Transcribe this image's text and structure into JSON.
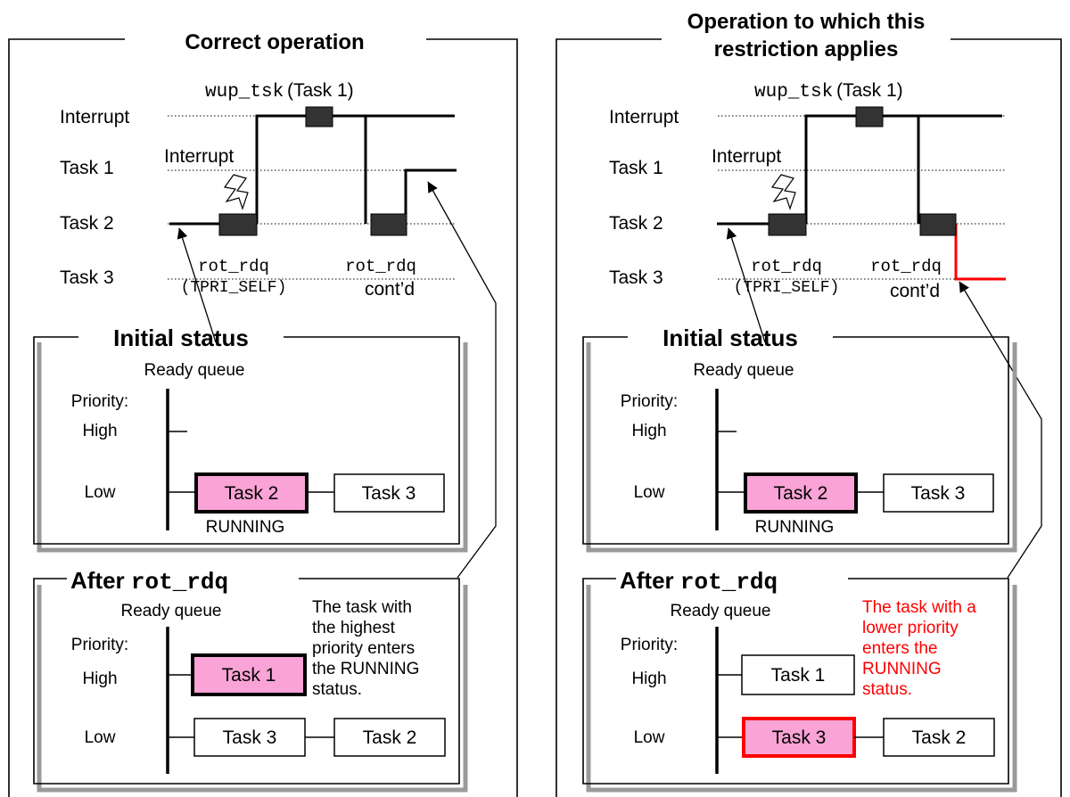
{
  "panels": [
    {
      "id": "left",
      "title_lines": [
        "Correct operation"
      ],
      "timing": {
        "wup_call": "wup_tsk",
        "wup_target": "(Task 1)",
        "levels": [
          "Interrupt",
          "Task 1",
          "Task 2",
          "Task 3"
        ],
        "interrupt_label": "Interrupt",
        "rot_rdq_1": "rot_rdq",
        "rot_rdq_1_arg": "(TPRI_SELF)",
        "rot_rdq_2": "rot_rdq",
        "rot_rdq_2_note": "cont’d"
      },
      "initial": {
        "title": "Initial status",
        "queue_label": "Ready queue",
        "priority_label": "Priority:",
        "high_label": "High",
        "low_label": "Low",
        "tasks": [
          "Task 2",
          "Task 3"
        ],
        "running_label": "RUNNING"
      },
      "after": {
        "title_prefix": "After ",
        "title_code": "rot_rdq",
        "queue_label": "Ready queue",
        "priority_label": "Priority:",
        "high_label": "High",
        "low_label": "Low",
        "high_task": "Task 1",
        "low_tasks": [
          "Task 3",
          "Task 2"
        ],
        "note_lines": [
          "The task with",
          "the highest",
          "priority enters",
          "the RUNNING",
          "status."
        ]
      }
    },
    {
      "id": "right",
      "title_lines": [
        "Operation to which this",
        "restriction applies"
      ],
      "timing": {
        "wup_call": "wup_tsk",
        "wup_target": "(Task 1)",
        "levels": [
          "Interrupt",
          "Task 1",
          "Task 2",
          "Task 3"
        ],
        "interrupt_label": "Interrupt",
        "rot_rdq_1": "rot_rdq",
        "rot_rdq_1_arg": "(TPRI_SELF)",
        "rot_rdq_2": "rot_rdq",
        "rot_rdq_2_note": "cont’d"
      },
      "initial": {
        "title": "Initial status",
        "queue_label": "Ready queue",
        "priority_label": "Priority:",
        "high_label": "High",
        "low_label": "Low",
        "tasks": [
          "Task 2",
          "Task 3"
        ],
        "running_label": "RUNNING"
      },
      "after": {
        "title_prefix": "After ",
        "title_code": "rot_rdq",
        "queue_label": "Ready queue",
        "priority_label": "Priority:",
        "high_label": "High",
        "low_label": "Low",
        "high_task": "Task 1",
        "low_tasks": [
          "Task 3",
          "Task 2"
        ],
        "note_lines": [
          "The task with a",
          "lower priority",
          "enters the",
          "RUNNING",
          "status."
        ]
      }
    }
  ],
  "colors": {
    "running_fill": "#f9a3d6",
    "highlight": "#ff0000",
    "block": "#333333",
    "shadow": "#9a9a9a"
  }
}
